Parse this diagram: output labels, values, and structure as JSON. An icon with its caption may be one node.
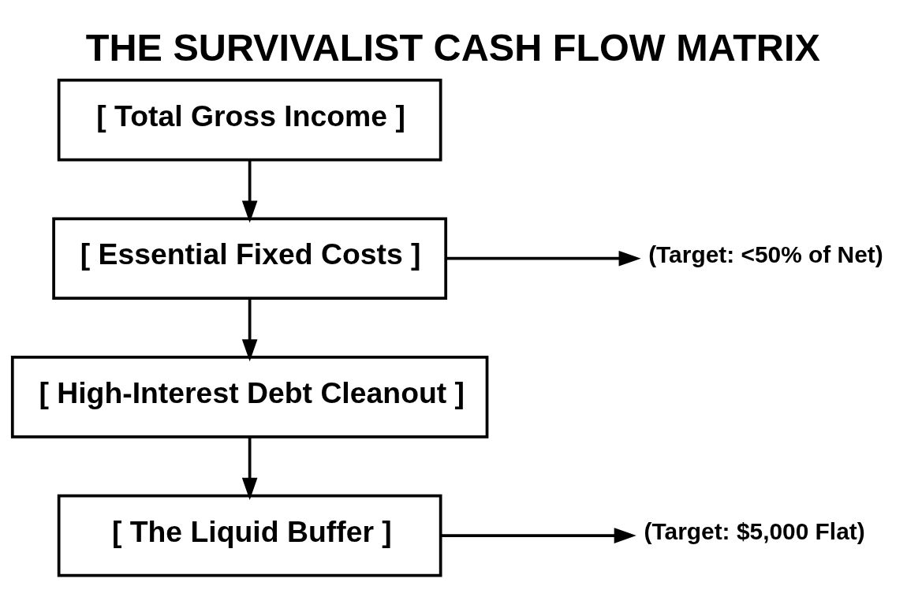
{
  "diagram": {
    "title": "THE SURVIVALIST CASH FLOW MATRIX",
    "nodes": [
      {
        "text": [
          "[ Total Gross Income ]"
        ]
      },
      {
        "text": [
          "[ Essential Fixed Costs ]"
        ]
      },
      {
        "text": [
          "[ High-Interest Debt Cleanout ]"
        ]
      },
      {
        "text": [
          "[ The Liquid Buffer ]"
        ]
      },
      {
        "text": [
          "(Target: <50% of Net)"
        ]
      },
      {
        "text": [
          "(Target: $5,000 Flat)"
        ]
      }
    ],
    "edges": [
      {
        "from": 0,
        "to": 1,
        "arrow": "to"
      },
      {
        "from": 1,
        "to": 2,
        "arrow": "to"
      },
      {
        "from": 2,
        "to": 3,
        "arrow": "to"
      },
      {
        "from": 1,
        "to": 4,
        "arrow": "to"
      },
      {
        "from": 3,
        "to": 5,
        "arrow": "to"
      }
    ]
  }
}
